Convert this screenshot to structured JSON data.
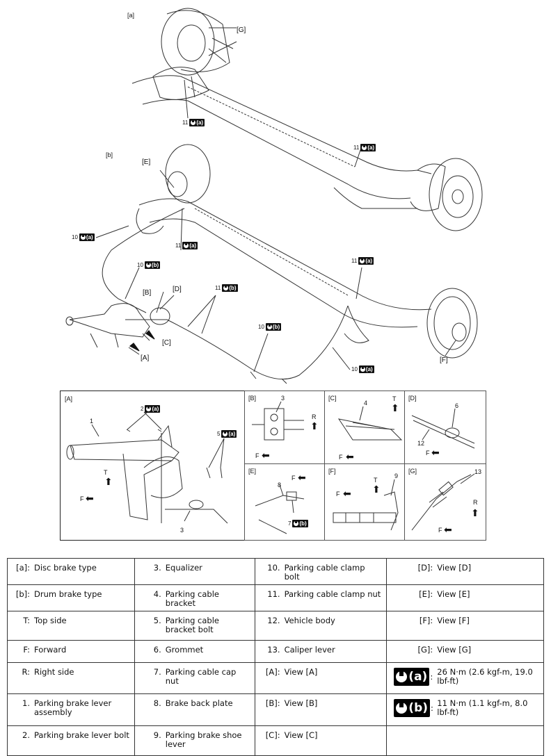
{
  "diagram": {
    "labels": {
      "a": "[a]",
      "b": "[b]",
      "G": "[G]",
      "E": "[E]",
      "B": "[B]",
      "D": "[D]",
      "C": "[C]",
      "A": "[A]",
      "F": "[F]",
      "n11_1": "11",
      "n11_2": "11",
      "n11_3": "11",
      "n11_4": "11",
      "n11_5": "11",
      "n10_1": "10",
      "n10_2": "10",
      "n10_3": "10",
      "n10_4": "10",
      "tq_a": "(a)",
      "tq_b": "(b)"
    },
    "details": {
      "A": {
        "title": "[A]",
        "n1": "1",
        "n2": "2",
        "n3": "3",
        "n5": "5",
        "T": "T",
        "F": "F"
      },
      "B": {
        "title": "[B]",
        "n3": "3",
        "R": "R",
        "F": "F"
      },
      "C": {
        "title": "[C]",
        "n4": "4",
        "T": "T",
        "F": "F"
      },
      "D": {
        "title": "[D]",
        "n6": "6",
        "n12": "12",
        "F": "F"
      },
      "E": {
        "title": "[E]",
        "n8": "8",
        "n7": "7",
        "F": "F"
      },
      "F": {
        "title": "[F]",
        "n9": "9",
        "T": "T",
        "F": "F"
      },
      "G": {
        "title": "[G]",
        "n13": "13",
        "R": "R",
        "F": "F"
      }
    }
  },
  "legend": {
    "col1": [
      {
        "key": "[a]:",
        "val": "Disc brake type"
      },
      {
        "key": "[b]:",
        "val": "Drum brake type"
      },
      {
        "key": "T:",
        "val": "Top side"
      },
      {
        "key": "F:",
        "val": "Forward"
      },
      {
        "key": "R:",
        "val": "Right side"
      },
      {
        "key": "1.",
        "val": "Parking brake lever assembly"
      },
      {
        "key": "2.",
        "val": "Parking brake lever bolt"
      }
    ],
    "col2": [
      {
        "key": "3.",
        "val": "Equalizer"
      },
      {
        "key": "4.",
        "val": "Parking cable bracket"
      },
      {
        "key": "5.",
        "val": "Parking cable bracket bolt"
      },
      {
        "key": "6.",
        "val": "Grommet"
      },
      {
        "key": "7.",
        "val": "Parking cable cap nut"
      },
      {
        "key": "8.",
        "val": "Brake back plate"
      },
      {
        "key": "9.",
        "val": "Parking brake shoe lever"
      }
    ],
    "col3": [
      {
        "key": "10.",
        "val": "Parking cable clamp bolt"
      },
      {
        "key": "11.",
        "val": "Parking cable clamp nut"
      },
      {
        "key": "12.",
        "val": "Vehicle body"
      },
      {
        "key": "13.",
        "val": "Caliper lever"
      },
      {
        "key": "[A]:",
        "val": "View [A]"
      },
      {
        "key": "[B]:",
        "val": "View [B]"
      },
      {
        "key": "[C]:",
        "val": "View [C]"
      }
    ],
    "col4": [
      {
        "key": "[D]:",
        "val": "View [D]"
      },
      {
        "key": "[E]:",
        "val": "View [E]"
      },
      {
        "key": "[F]:",
        "val": "View [F]"
      },
      {
        "key": "[G]:",
        "val": "View [G]"
      },
      {
        "badge": "(a)",
        "val": "26 N·m (2.6 kgf-m, 19.0 lbf-ft)"
      },
      {
        "badge": "(b)",
        "val": "11 N·m (1.1 kgf-m, 8.0 lbf-ft)"
      },
      {
        "key": "",
        "val": ""
      }
    ]
  }
}
